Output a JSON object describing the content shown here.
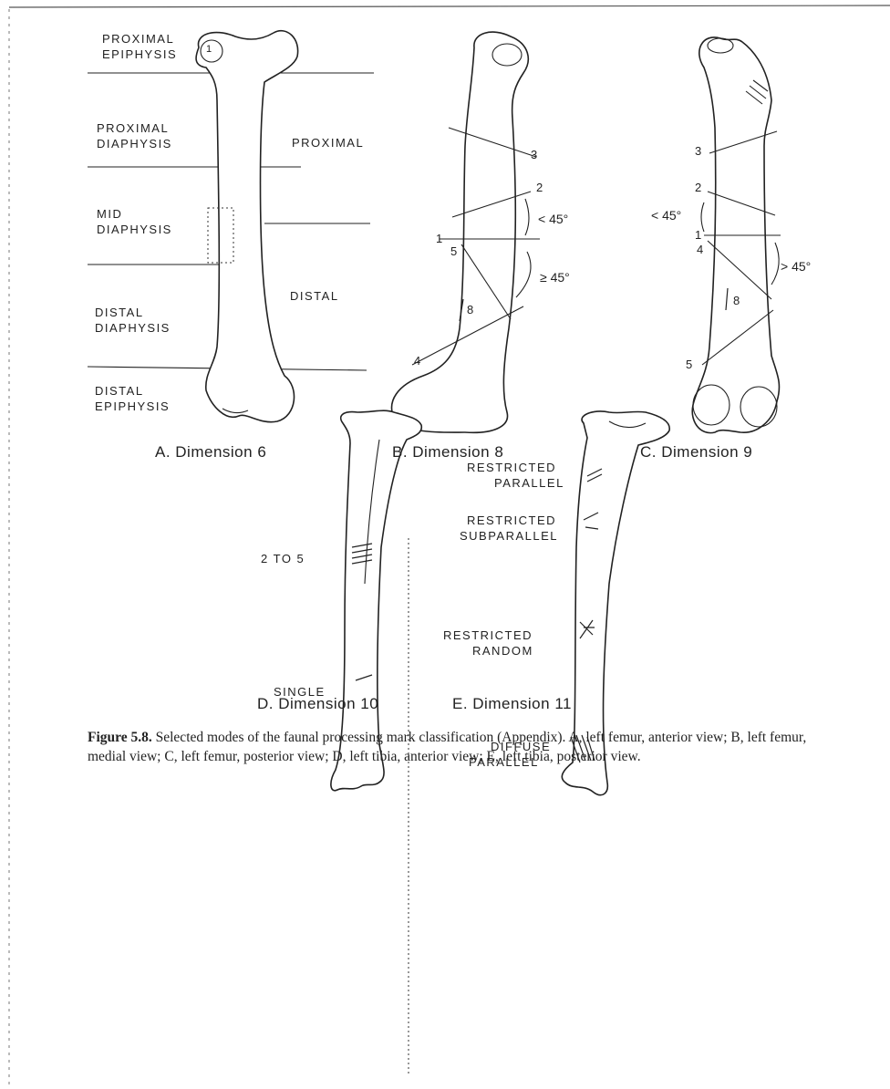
{
  "panels": {
    "a": {
      "caption": "A. Dimension 6",
      "left_labels": [
        [
          "PROXIMAL",
          "EPIPHYSIS"
        ],
        [
          "PROXIMAL",
          "DIAPHYSIS"
        ],
        [
          "MID",
          "DIAPHYSIS"
        ],
        [
          "DISTAL",
          "DIAPHYSIS"
        ],
        [
          "DISTAL",
          "EPIPHYSIS"
        ]
      ],
      "right_labels": [
        "PROXIMAL",
        "DISTAL"
      ],
      "bone_number": "1"
    },
    "b": {
      "caption": "B. Dimension 8",
      "numbers": [
        "1",
        "2",
        "3",
        "4",
        "5",
        "8"
      ],
      "angles": [
        "< 45°",
        "≥ 45°"
      ]
    },
    "c": {
      "caption": "C. Dimension 9",
      "numbers": [
        "1",
        "2",
        "3",
        "4",
        "5",
        "8"
      ],
      "angles": [
        "< 45°",
        "> 45°"
      ]
    },
    "d": {
      "caption": "D. Dimension 10",
      "labels": [
        "2 TO 5",
        "SINGLE"
      ]
    },
    "e": {
      "caption": "E. Dimension 11",
      "labels": [
        [
          "RESTRICTED",
          "PARALLEL"
        ],
        [
          "RESTRICTED",
          "SUBPARALLEL"
        ],
        [
          "RESTRICTED",
          "RANDOM"
        ],
        [
          "DIFFUSE",
          "PARALLEL"
        ]
      ]
    }
  },
  "figure_caption": {
    "label": "Figure 5.8.",
    "text": "Selected modes of the faunal processing mark classification (Appendix). A, left femur, anterior view; B, left femur, medial view; C, left femur, posterior view; D, left tibia, anterior view; E, left tibia, posterior view."
  }
}
